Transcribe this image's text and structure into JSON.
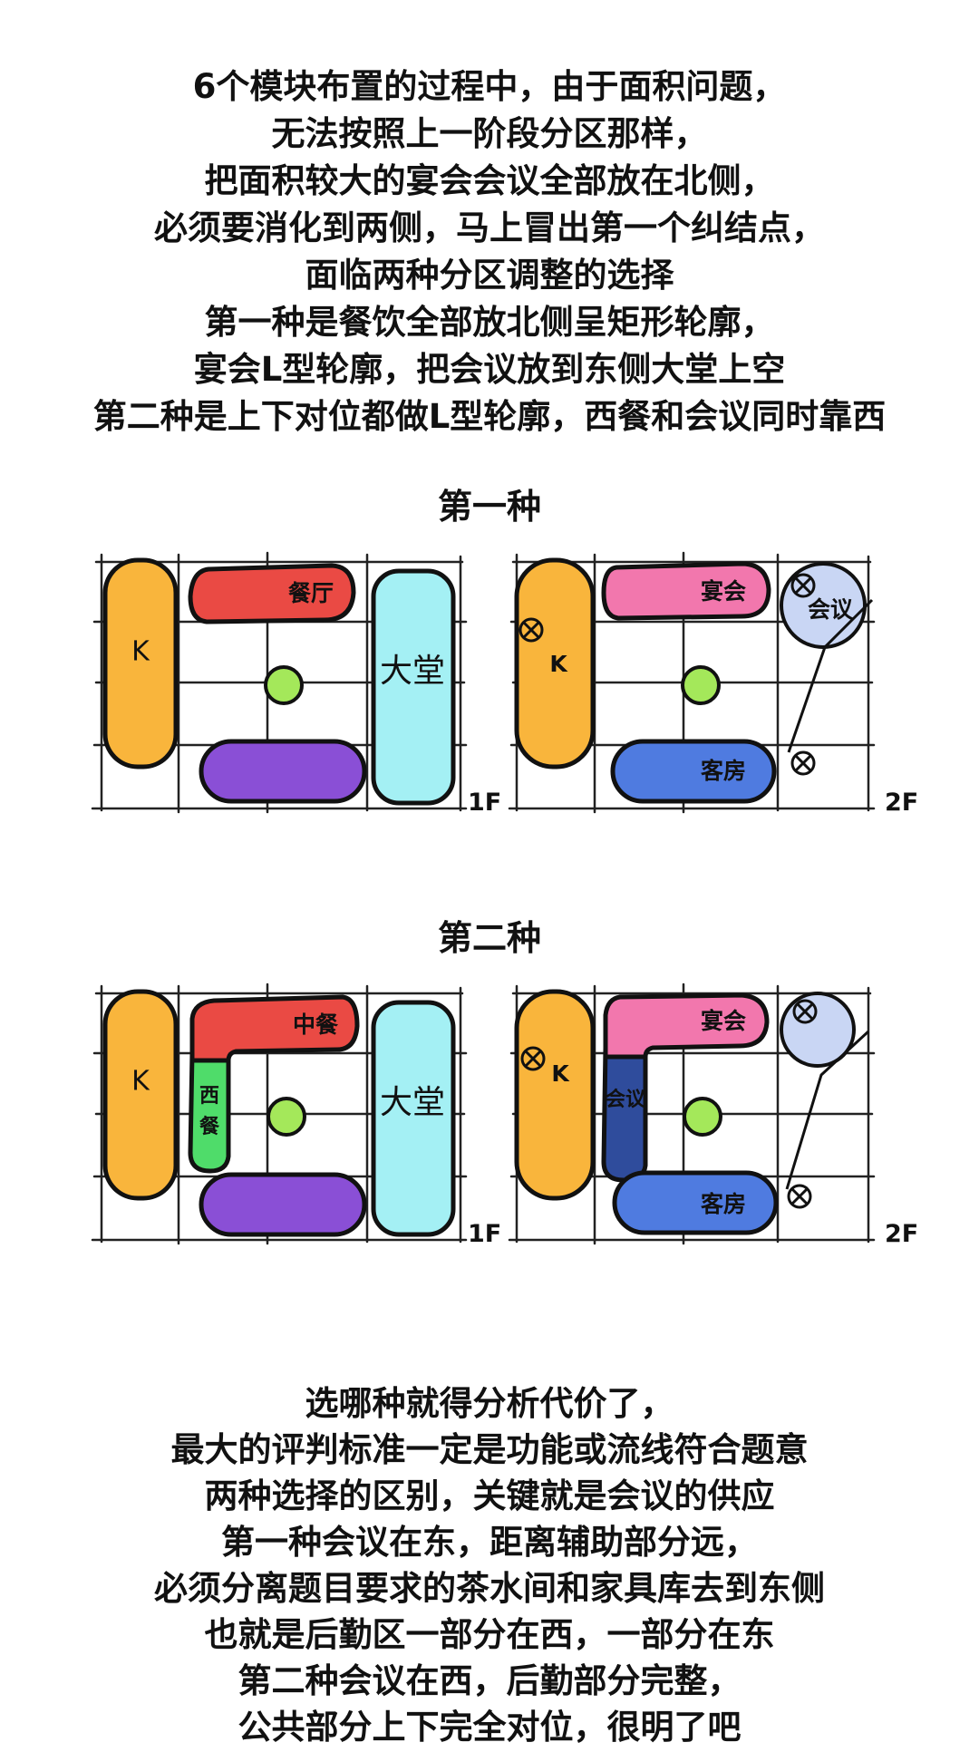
{
  "intro_lines": [
    "6个模块布置的过程中，由于面积问题，",
    "无法按照上一阶段分区那样，",
    "把面积较大的宴会会议全部放在北侧，",
    "必须要消化到两侧，马上冒出第一个纠结点，",
    "面临两种分区调整的选择",
    "第一种是餐饮全部放北侧呈矩形轮廓，",
    "宴会L型轮廓，把会议放到东侧大堂上空",
    "第二种是上下对位都做L型轮廓，西餐和会议同时靠西"
  ],
  "scheme1": {
    "title": "第一种",
    "floor1": {
      "floor_label": "1F",
      "kitchen": "K",
      "restaurant": "餐厅",
      "lobby": "大堂"
    },
    "floor2": {
      "floor_label": "2F",
      "kitchen": "K",
      "banquet": "宴会",
      "meeting": "会议",
      "rooms": "客房"
    }
  },
  "scheme2": {
    "title": "第二种",
    "floor1": {
      "floor_label": "1F",
      "kitchen": "K",
      "chinese_restaurant": "中餐",
      "western_restaurant_top": "西",
      "western_restaurant_bottom": "餐",
      "lobby": "大堂"
    },
    "floor2": {
      "floor_label": "2F",
      "kitchen": "K",
      "banquet": "宴会",
      "meeting": "会议",
      "rooms": "客房"
    }
  },
  "outro_lines": [
    "选哪种就得分析代价了，",
    "最大的评判标准一定是功能或流线符合题意",
    "两种选择的区别，关键就是会议的供应",
    "第一种会议在东，距离辅助部分远，",
    "必须分离题目要求的茶水间和家具库去到东侧",
    "也就是后勤区一部分在西，一部分在东",
    "第二种会议在西，后勤部分完整，",
    "公共部分上下完全对位，很明了吧"
  ],
  "colors": {
    "kitchen": "#f9b53c",
    "restaurant": "#ea4a44",
    "lobby": "#a4f0f4",
    "core": "#a4e85a",
    "purple_block": "#8a4fd6",
    "banquet": "#f277ad",
    "meeting_scheme1": "#c9d6f4",
    "rooms": "#4f7be0",
    "western": "#4fdc6a",
    "meeting_scheme2": "#2f4c9c",
    "stair_circle": "#c9d6f4"
  }
}
